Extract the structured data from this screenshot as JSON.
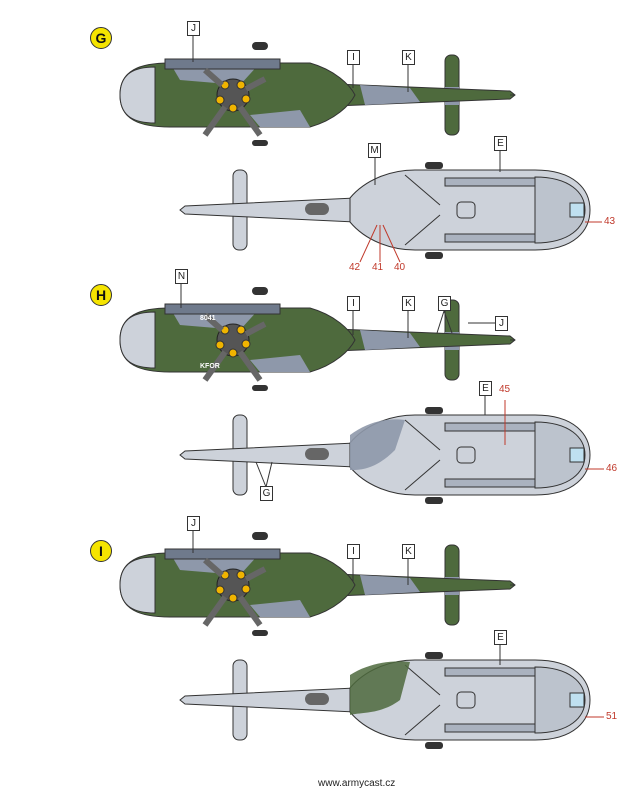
{
  "variants": [
    {
      "id": "G",
      "top_labels": [
        "J",
        "I",
        "K"
      ],
      "bottom_labels": [
        "M",
        "E"
      ],
      "decal_numbers": [
        "42",
        "41",
        "40",
        "43"
      ]
    },
    {
      "id": "H",
      "top_labels": [
        "N",
        "I",
        "K",
        "G",
        "J"
      ],
      "bottom_labels": [
        "E",
        "G"
      ],
      "decal_numbers": [
        "45",
        "46"
      ],
      "markings": "KFOR"
    },
    {
      "id": "I",
      "top_labels": [
        "J",
        "I",
        "K"
      ],
      "bottom_labels": [
        "E"
      ],
      "decal_numbers": [
        "51"
      ]
    }
  ],
  "colors": {
    "green": "#4e6a3d",
    "gray": "#8e98aa",
    "light": "#cdd2da",
    "marker": "#f5e400",
    "callout": "#c0392b"
  },
  "footer": "www.armycast.cz"
}
